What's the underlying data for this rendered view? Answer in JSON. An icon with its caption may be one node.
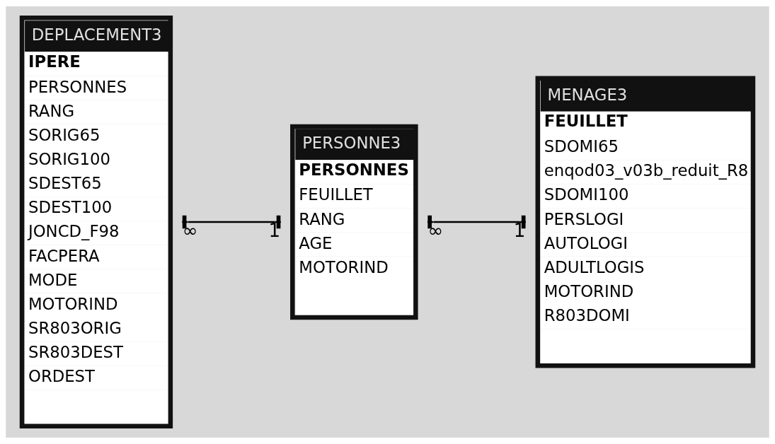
{
  "diagram": {
    "nodes": [
      {
        "text": [
          "DEPLACEMENT3",
          "IPERE",
          "PERSONNES",
          "RANG",
          "SORIG65",
          "SORIG100",
          "SDEST65",
          "SDEST100",
          "JONCD_F98",
          "FACPERA",
          "MODE",
          "MOTORIND",
          "SR803ORIG",
          "SR803DEST",
          "ORDEST"
        ]
      },
      {
        "text": [
          "PERSONNE3",
          "PERSONNES",
          "FEUILLET",
          "RANG",
          "AGE",
          "MOTORIND"
        ]
      },
      {
        "text": [
          "MENAGE3",
          "FEUILLET",
          "SDOMI65",
          "enqod03_v03b_reduit_R8",
          "SDOMI100",
          "PERSLOGI",
          "AUTOLOGI",
          "ADULTLOGIS",
          "MOTORIND",
          "R803DOMI"
        ]
      }
    ],
    "edges": [
      {
        "from": 0,
        "to": 1,
        "arrow": "other"
      },
      {
        "from": 1,
        "to": 2,
        "arrow": "other"
      }
    ],
    "labels": [
      "∞",
      "1",
      "∞",
      "1"
    ]
  }
}
